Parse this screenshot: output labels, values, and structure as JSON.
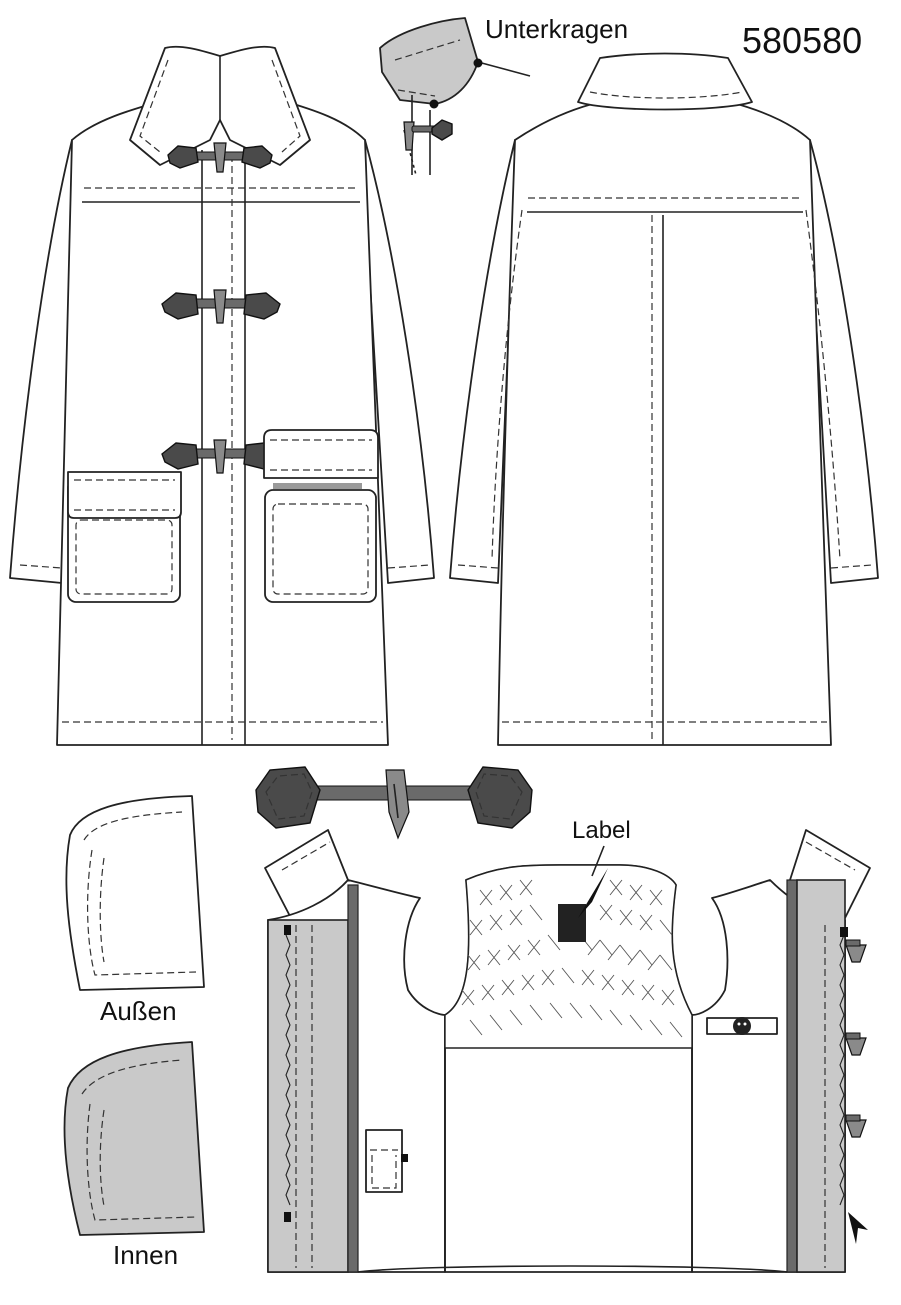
{
  "pattern_number": "580580",
  "labels": {
    "under_collar": "Unterkragen",
    "outer": "Außen",
    "inner": "Innen",
    "label": "Label"
  },
  "colors": {
    "line": "#222222",
    "fill": "#ffffff",
    "interfacing": "#c9c9c9",
    "toggle": "#4a4a4a",
    "pocket_stripe": "#9a9a9a"
  }
}
